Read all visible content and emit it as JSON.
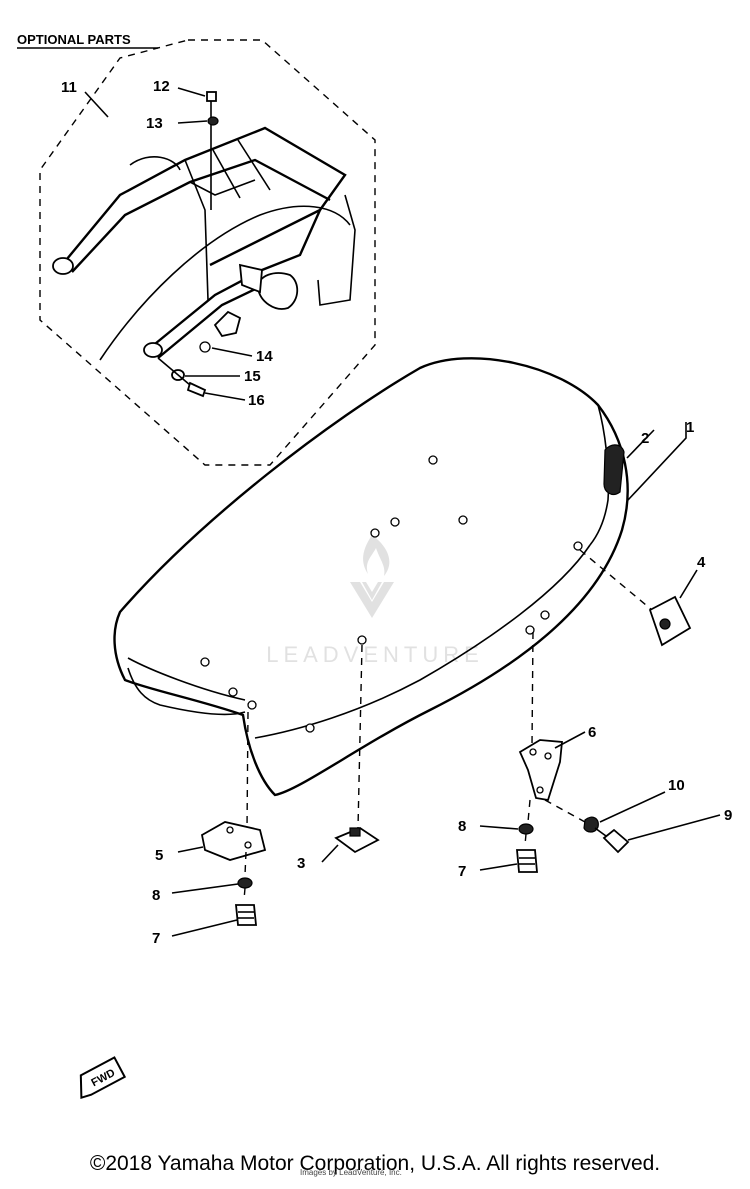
{
  "header": {
    "optional_parts": "OPTIONAL PARTS"
  },
  "callouts": {
    "c1": "1",
    "c2": "2",
    "c3": "3",
    "c4": "4",
    "c5": "5",
    "c6": "6",
    "c7a": "7",
    "c7b": "7",
    "c8a": "8",
    "c8b": "8",
    "c9": "9",
    "c10": "10",
    "c11": "11",
    "c12": "12",
    "c13": "13",
    "c14": "14",
    "c15": "15",
    "c16": "16"
  },
  "watermark": {
    "brand": "LEADVENTURE",
    "icon": "leadventure-logo-icon"
  },
  "fwd_badge": {
    "text": "FWD",
    "icon": "forward-arrow-icon"
  },
  "footer": {
    "copyright": "©2018 Yamaha Motor Corporation, U.S.A. All rights reserved.",
    "sub": "Images by LeadVenture, Inc."
  }
}
